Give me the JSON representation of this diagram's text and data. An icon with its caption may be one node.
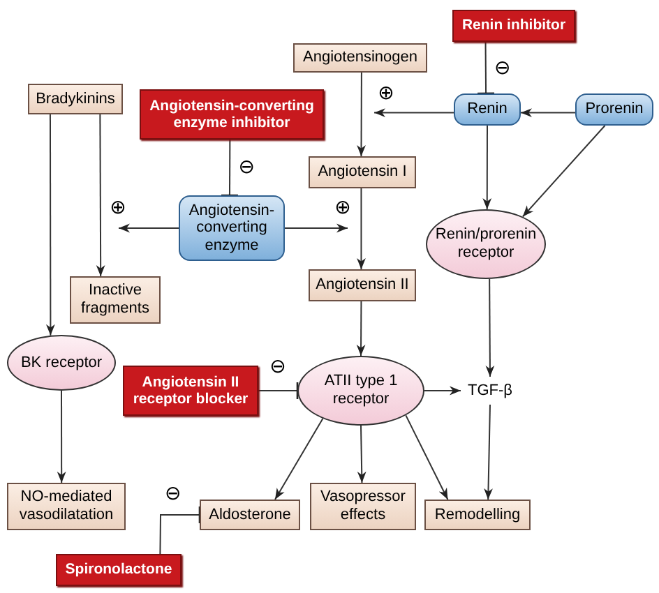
{
  "diagram": {
    "nodes": [
      {
        "text": [
          "Renin inhibitor"
        ]
      },
      {
        "text": [
          "Angiotensinogen"
        ]
      },
      {
        "text": [
          "Renin"
        ]
      },
      {
        "text": [
          "Prorenin"
        ]
      },
      {
        "text": [
          "Bradykinins"
        ]
      },
      {
        "text": [
          "Angiotensin-converting enzyme inhibitor"
        ]
      },
      {
        "text": [
          "Angiotensin I"
        ]
      },
      {
        "text": [
          "Angiotensin-converting enzyme"
        ]
      },
      {
        "text": [
          "Inactive fragments"
        ]
      },
      {
        "text": [
          "Angiotensin II"
        ]
      },
      {
        "text": [
          "Renin/prorenin receptor"
        ]
      },
      {
        "text": [
          "BK receptor"
        ]
      },
      {
        "text": [
          "Angiotensin II receptor blocker"
        ]
      },
      {
        "text": [
          "ATII type 1 receptor"
        ]
      },
      {
        "text": [
          "TGF-β"
        ]
      },
      {
        "text": [
          "NO-mediated vasodilatation"
        ]
      },
      {
        "text": [
          "Aldosterone"
        ]
      },
      {
        "text": [
          "Vasopressor effects"
        ]
      },
      {
        "text": [
          "Remodelling"
        ]
      },
      {
        "text": [
          "Spironolactone"
        ]
      }
    ],
    "edges": [
      {
        "from": 0,
        "to": 2,
        "arrow": "other",
        "label": "⊖"
      },
      {
        "from": 3,
        "to": 2,
        "arrow": "to"
      },
      {
        "from": 2,
        "to": null,
        "arrow": "to",
        "label": "⊕"
      },
      {
        "from": 1,
        "to": 6,
        "arrow": "to"
      },
      {
        "from": 4,
        "to": 8,
        "arrow": "to"
      },
      {
        "from": 4,
        "to": 11,
        "arrow": "to"
      },
      {
        "from": 5,
        "to": 7,
        "arrow": "other",
        "label": "⊖"
      },
      {
        "from": 7,
        "to": null,
        "arrow": "to",
        "label": "⊕"
      },
      {
        "from": 7,
        "to": null,
        "arrow": "to",
        "label": "⊕"
      },
      {
        "from": 6,
        "to": 9,
        "arrow": "to"
      },
      {
        "from": 2,
        "to": 10,
        "arrow": "to"
      },
      {
        "from": 3,
        "to": 10,
        "arrow": "to"
      },
      {
        "from": 9,
        "to": 13,
        "arrow": "to"
      },
      {
        "from": 12,
        "to": 13,
        "arrow": "other",
        "label": "⊖"
      },
      {
        "from": 13,
        "to": 14,
        "arrow": "to"
      },
      {
        "from": 10,
        "to": 14,
        "arrow": "to"
      },
      {
        "from": 11,
        "to": 15,
        "arrow": "to"
      },
      {
        "from": 13,
        "to": 16,
        "arrow": "to"
      },
      {
        "from": 13,
        "to": 17,
        "arrow": "to"
      },
      {
        "from": 13,
        "to": 18,
        "arrow": "to"
      },
      {
        "from": 14,
        "to": 18,
        "arrow": "to"
      },
      {
        "from": 19,
        "to": 16,
        "arrow": "other",
        "label": "⊖"
      }
    ]
  }
}
